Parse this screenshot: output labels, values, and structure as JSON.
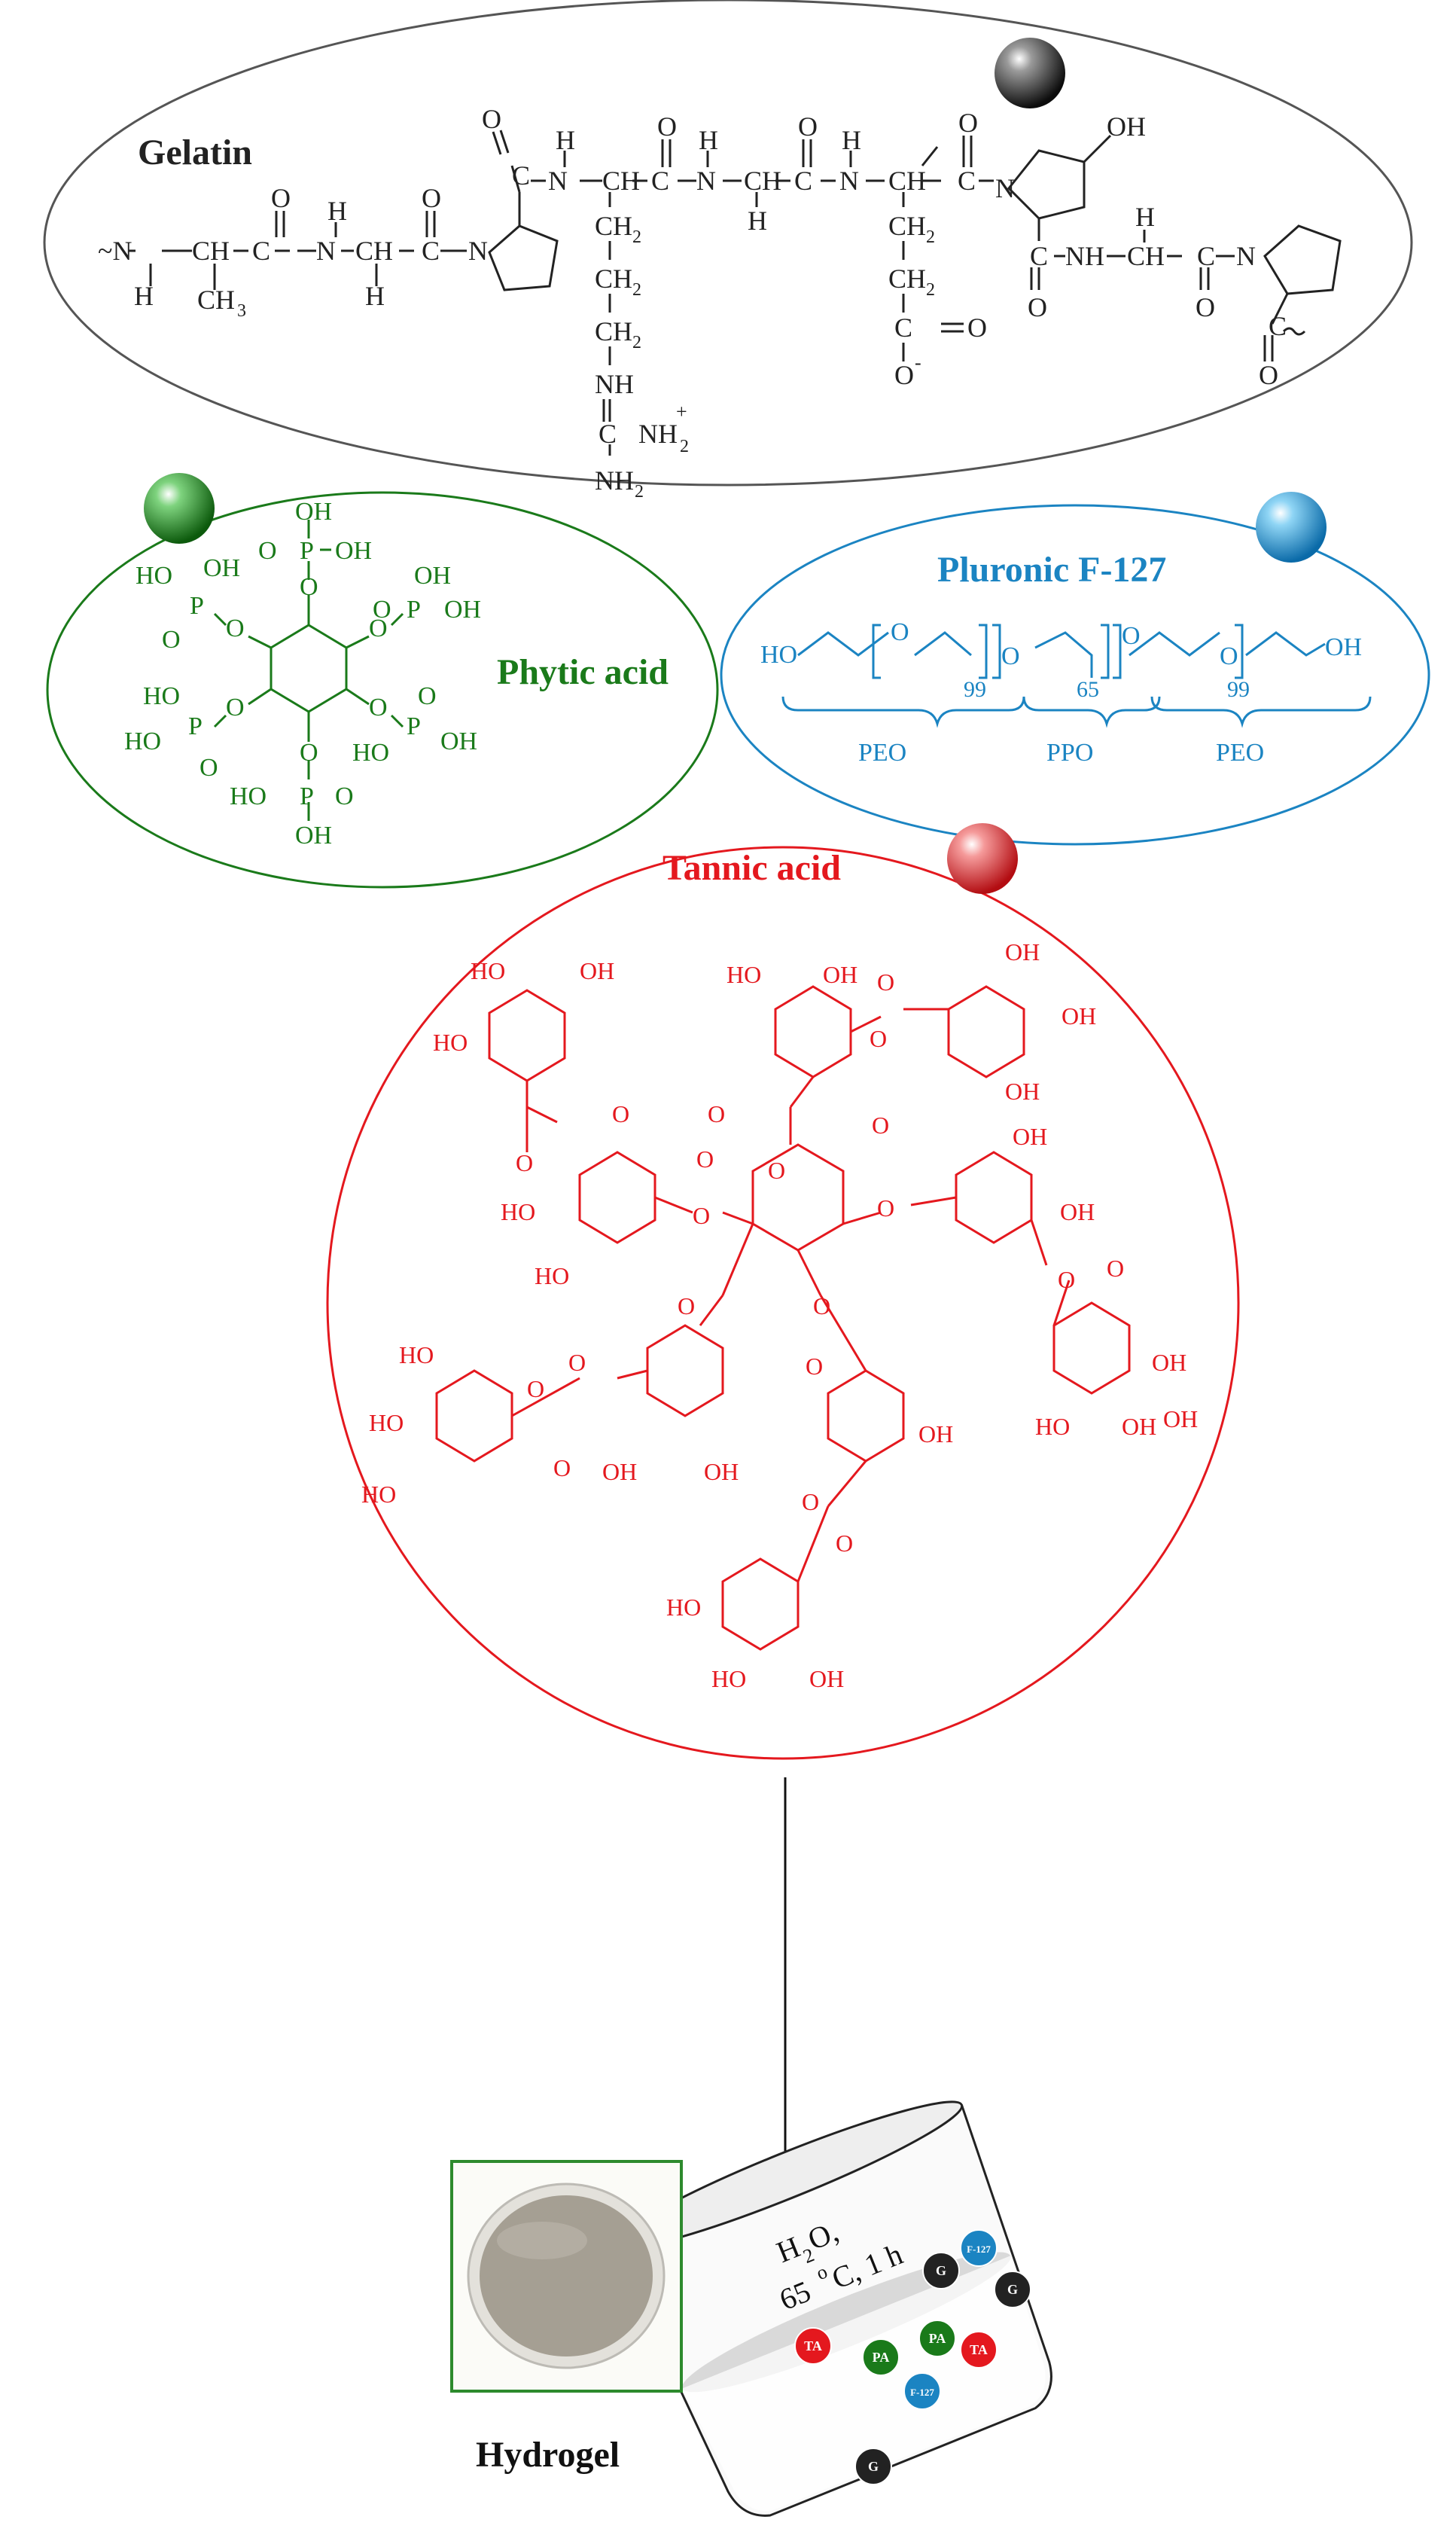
{
  "colors": {
    "gelatin": "#222222",
    "phytic": "#1a7a1a",
    "pluronic": "#1b84c2",
    "tannic": "#e4181e",
    "frame": "#2d8a2d"
  },
  "labels": {
    "gelatin": "Gelatin",
    "phytic": "Phytic acid",
    "pluronic": "Pluronic F-127",
    "tannic": "Tannic acid",
    "hydrogel": "Hydrogel"
  },
  "pluronic_formula": {
    "start": "HO",
    "end": "OH",
    "o1": "O",
    "o2": "O",
    "o3": "O",
    "o4": "O",
    "n1": "99",
    "n2": "65",
    "n3": "99",
    "block1": "PEO",
    "block2": "PPO",
    "block3": "PEO"
  },
  "beaker": {
    "line1": "H",
    "sub1": "2",
    "line1b": "O,",
    "line2a": "65 ",
    "sup2": "o",
    "line2b": "C, 1 h",
    "beads": [
      {
        "tag": "G",
        "color": "#222222"
      },
      {
        "tag": "F-127",
        "color": "#1b84c2"
      },
      {
        "tag": "G",
        "color": "#222222"
      },
      {
        "tag": "PA",
        "color": "#1a7a1a"
      },
      {
        "tag": "TA",
        "color": "#e4181e"
      },
      {
        "tag": "PA",
        "color": "#1a7a1a"
      },
      {
        "tag": "TA",
        "color": "#e4181e"
      },
      {
        "tag": "F-127",
        "color": "#1b84c2"
      },
      {
        "tag": "G",
        "color": "#222222"
      }
    ]
  },
  "gelatin_atoms": {
    "a1": "~N",
    "a2": "H",
    "a3": "CH",
    "a4": "CH",
    "a4s": "3",
    "a5": "C",
    "a6": "O",
    "a7": "N",
    "a8": "H",
    "a9": "CH",
    "a10": "H",
    "a11": "C",
    "a12": "O",
    "a13": "N",
    "b1": "C",
    "b2": "O",
    "b3": "N",
    "b4": "H",
    "b5": "CH",
    "b6": "CH",
    "b6s": "2",
    "b7": "CH",
    "b7s": "2",
    "b8": "CH",
    "b8s": "2",
    "b9": "NH",
    "b10": "+",
    "b11": "C",
    "b12": "NH",
    "b12s": "2",
    "b13": "NH",
    "b13s": "2",
    "c1": "C",
    "c2": "O",
    "c3": "N",
    "c4": "H",
    "c5": "CH",
    "c6": "H",
    "c7": "C",
    "c8": "O",
    "c9": "N",
    "c10": "H",
    "c11": "CH",
    "c12": "CH",
    "c12s": "2",
    "c13": "CH",
    "c13s": "2",
    "c14": "C",
    "c15": "O",
    "c16": "O",
    "c16s": "-",
    "d1": "C",
    "d2": "O",
    "d3": "N",
    "d4": "OH",
    "d5": "C",
    "d6": "O",
    "d7": "NH",
    "d8": "CH",
    "d9": "H",
    "d10": "C",
    "d11": "O",
    "d12": "N",
    "d13": "C",
    "d14": "O"
  },
  "phytic_atoms": {
    "p1": "OH",
    "p2": "O",
    "p3": "P",
    "p4": "OH",
    "p5": "O",
    "p6": "HO",
    "p7": "OH",
    "p8": "P",
    "p9": "O",
    "p10": "O",
    "p11": "OH",
    "p12": "O",
    "p13": "P",
    "p14": "OH",
    "p15": "O",
    "p16": "HO",
    "p17": "P",
    "p18": "O",
    "p19": "HO",
    "p20": "O",
    "p21": "O",
    "p22": "P",
    "p23": "OH",
    "p24": "HO",
    "p25": "O",
    "p26": "O",
    "p27": "HO",
    "p28": "P",
    "p29": "O",
    "p30": "OH"
  },
  "tannic_atoms": {
    "t1": "HO",
    "t2": "OH",
    "t3": "HO",
    "t4": "O",
    "t5": "O",
    "t6": "HO",
    "t7": "OH",
    "t8": "O",
    "t9": "O",
    "t10": "OH",
    "t11": "OH",
    "t12": "OH",
    "t13": "O",
    "t14": "HO",
    "t15": "O",
    "t16": "HO",
    "t17": "O",
    "t18": "O",
    "t19": "O",
    "t20": "O",
    "t21": "OH",
    "t22": "O",
    "t23": "OH",
    "t24": "O",
    "t25": "O",
    "t26": "O",
    "t27": "O",
    "t28": "OH",
    "t29": "OH",
    "t30": "HO",
    "t31": "OH",
    "t32": "HO",
    "t33": "HO",
    "t34": "O",
    "t35": "HO",
    "t36": "O",
    "t37": "OH",
    "t38": "OH",
    "t39": "O",
    "t40": "OH",
    "t41": "O",
    "t42": "O",
    "t43": "HO",
    "t44": "HO",
    "t45": "OH"
  }
}
